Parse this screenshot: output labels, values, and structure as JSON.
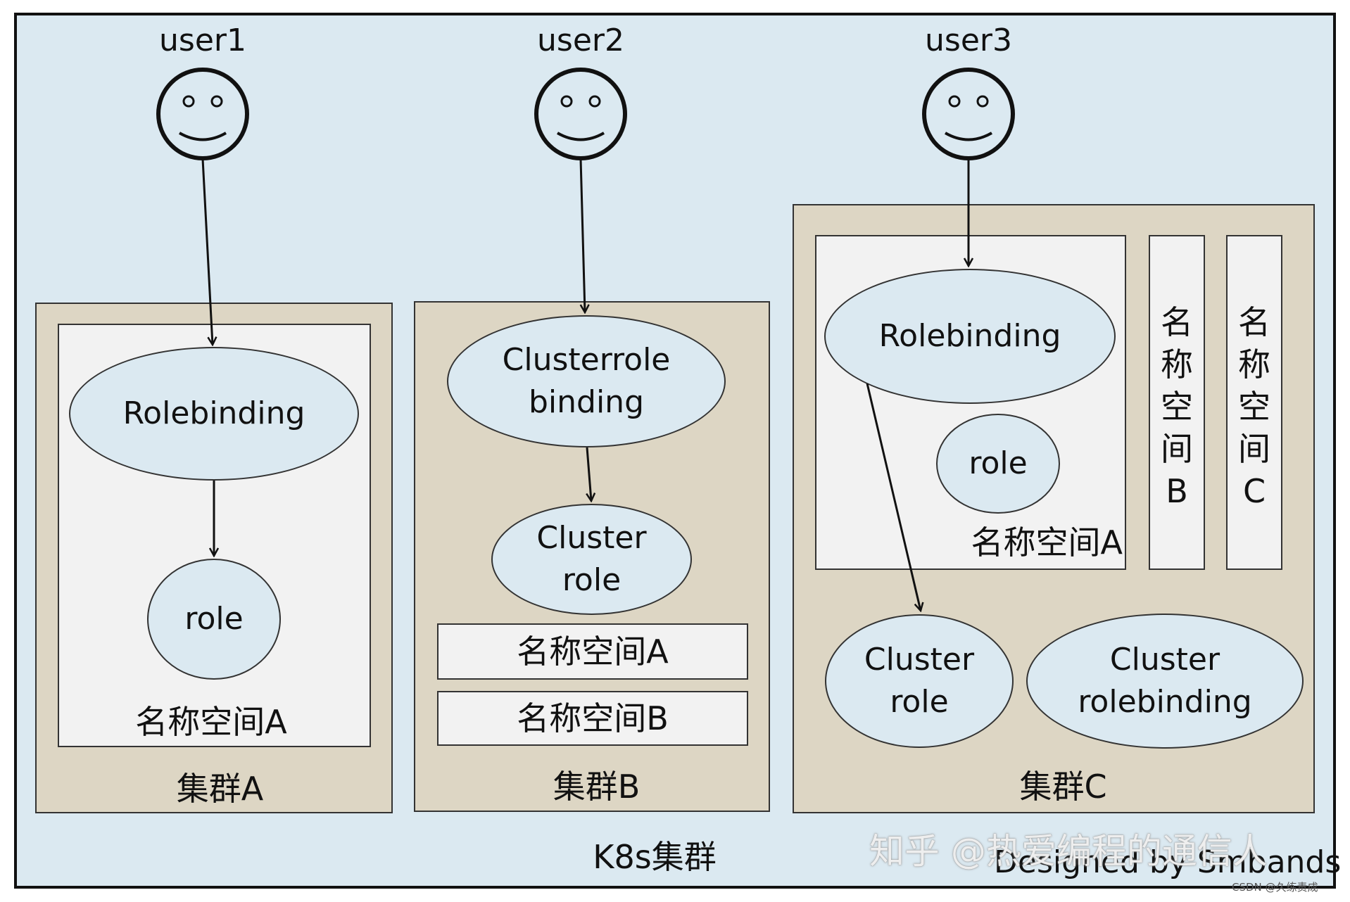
{
  "users": [
    {
      "label": "user1"
    },
    {
      "label": "user2"
    },
    {
      "label": "user3"
    }
  ],
  "cluster_a": {
    "label": "集群A",
    "namespace_label": "名称空间A",
    "rolebinding": "Rolebinding",
    "role": "role"
  },
  "cluster_b": {
    "label": "集群B",
    "clusterrole_binding": "Clusterrole\nbinding",
    "cluster_role": "Cluster\nrole",
    "namespace_a": "名称空间A",
    "namespace_b": "名称空间B"
  },
  "cluster_c": {
    "label": "集群C",
    "namespace_a_label": "名称空间A",
    "namespace_b_label": "名称空间B",
    "namespace_c_label": "名称空间C",
    "rolebinding": "Rolebinding",
    "role": "role",
    "cluster_role": "Cluster\nrole",
    "cluster_rolebinding": "Cluster\nrolebinding"
  },
  "k8s_label": "K8s集群",
  "credit": "Designed by Smbands",
  "watermark": "知乎 @热爱编程的通信人",
  "csdn_mark": "CSDN @久练责成",
  "colors": {
    "frame_bg": "#dbe9f1",
    "cluster_bg": "#ddd6c4",
    "namespace_bg": "#f2f2f2",
    "ellipse_fill": "#dbe9f1"
  }
}
